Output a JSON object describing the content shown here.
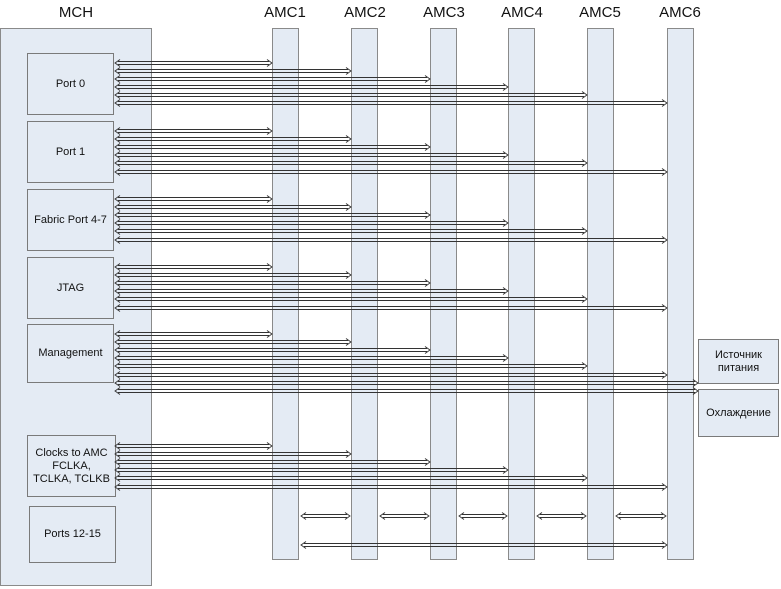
{
  "mch": {
    "label": "MCH"
  },
  "amc": [
    {
      "label": "AMC1"
    },
    {
      "label": "AMC2"
    },
    {
      "label": "AMC3"
    },
    {
      "label": "AMC4"
    },
    {
      "label": "AMC5"
    },
    {
      "label": "AMC6"
    }
  ],
  "blocks": [
    {
      "label": "Port 0"
    },
    {
      "label": "Port 1"
    },
    {
      "label": "Fabric Port 4-7"
    },
    {
      "label": "JTAG"
    },
    {
      "label": "Management"
    },
    {
      "label": "Clocks to AMC\nFCLKA,\nTCLKA, TCLKB"
    },
    {
      "label": "Ports 12-15"
    }
  ],
  "side_blocks": [
    {
      "label": "Источник\nпитания"
    },
    {
      "label": "Охлаждение"
    }
  ],
  "colors": {
    "fill": "#e4ebf4",
    "stroke": "#7a7a7a",
    "line": "#333333"
  }
}
